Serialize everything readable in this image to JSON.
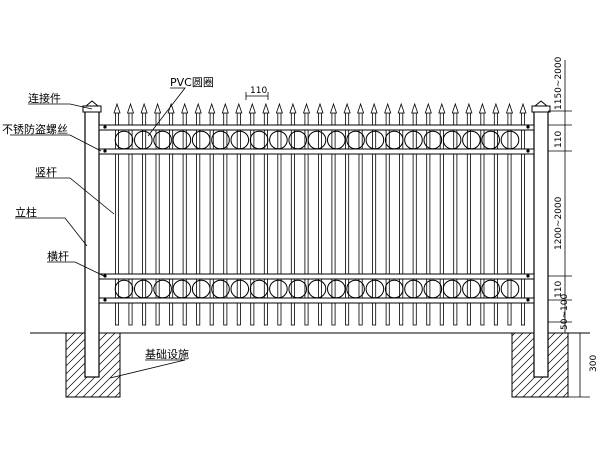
{
  "labels": {
    "connector": "连接件",
    "anti_theft_screw": "不锈防盗螺丝",
    "pvc_ring": "PVC圆圈",
    "picket": "竖杆",
    "post": "立柱",
    "rail": "横杆",
    "foundation": "基础设施"
  },
  "dimensions": {
    "picket_spacing": "110",
    "top_extension": "1150~2000",
    "top_gap": "110",
    "height": "1200~2000",
    "rail_gap": "110",
    "bottom_clearance": "50~100",
    "foundation_depth": "300"
  },
  "counts": {
    "pickets": 31,
    "rings_per_band": 21
  }
}
